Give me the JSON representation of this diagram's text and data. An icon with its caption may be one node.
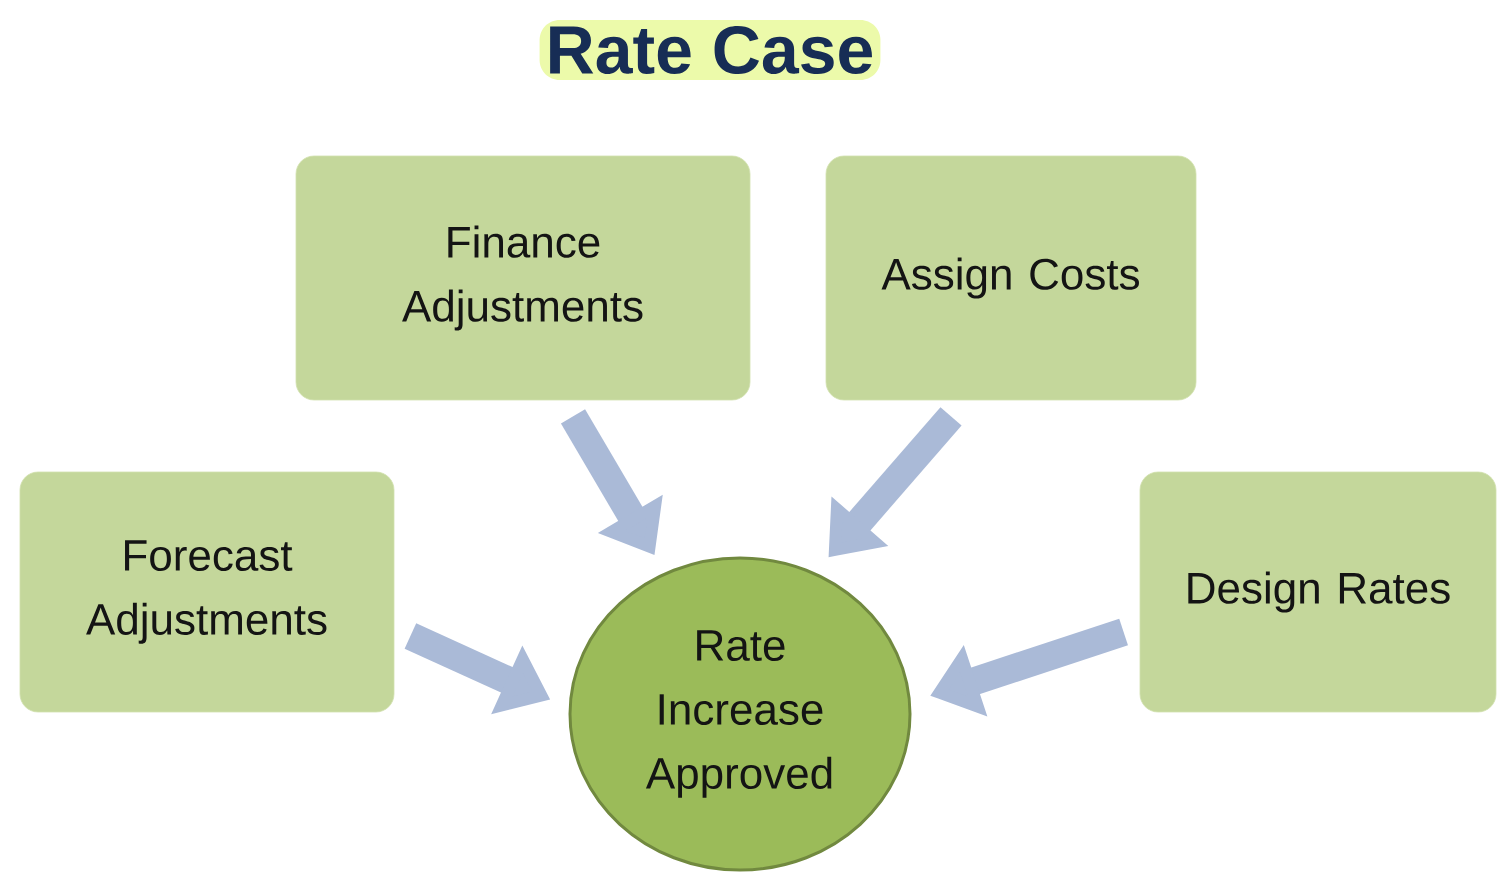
{
  "diagram": {
    "title": "Rate Case",
    "nodes": [
      {
        "text": [
          "Finance Adjustments"
        ]
      },
      {
        "text": [
          "Assign Costs"
        ]
      },
      {
        "text": [
          "Forecast Adjustments"
        ]
      },
      {
        "text": [
          "Design Rates"
        ]
      },
      {
        "text": [
          "Rate Increase Approved"
        ]
      }
    ],
    "edges": [
      {
        "from": 0,
        "to": 4,
        "arrow": "to"
      },
      {
        "from": 1,
        "to": 4,
        "arrow": "to"
      },
      {
        "from": 2,
        "to": 4,
        "arrow": "to"
      },
      {
        "from": 3,
        "to": 4,
        "arrow": "to"
      }
    ]
  }
}
